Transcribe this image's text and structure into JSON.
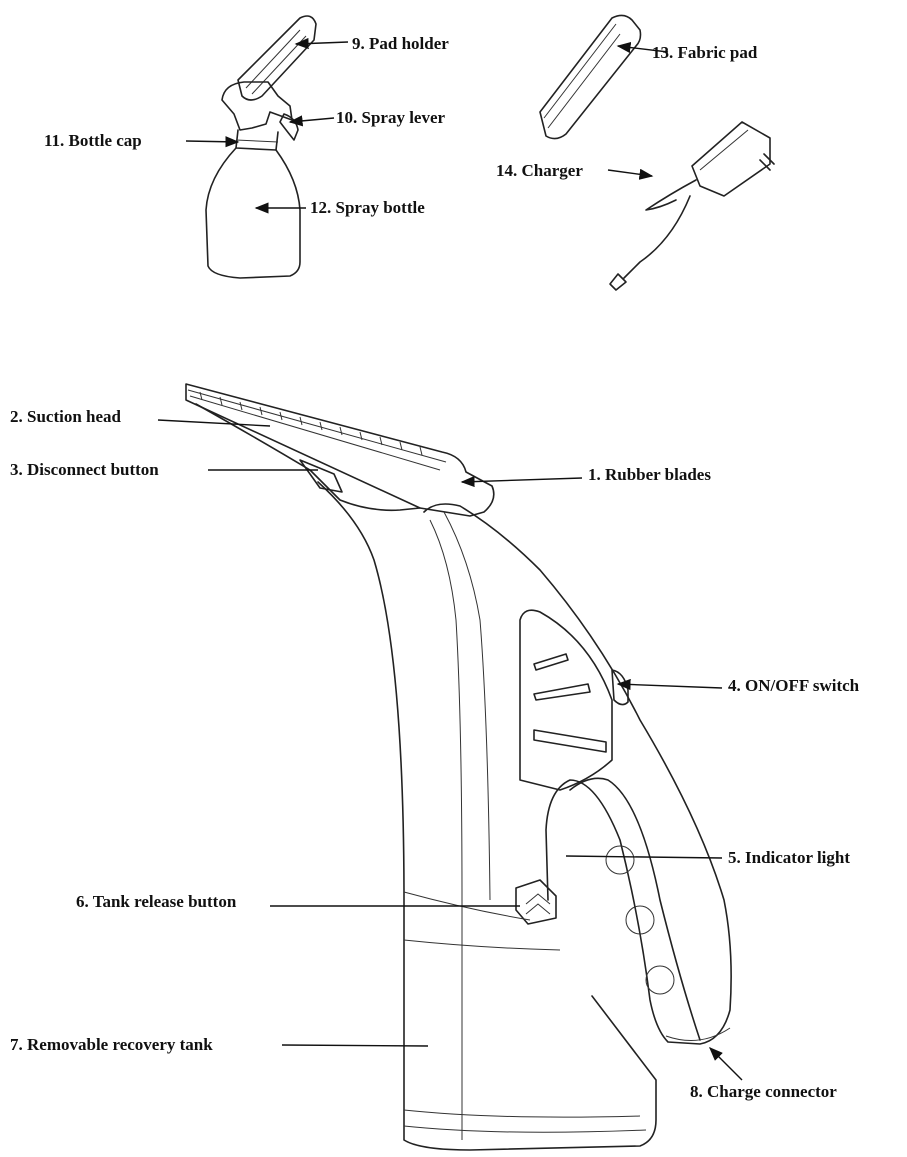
{
  "diagram": {
    "labels": [
      {
        "id": "l1",
        "text": "1. Rubber blades"
      },
      {
        "id": "l2",
        "text": "2. Suction head"
      },
      {
        "id": "l3",
        "text": "3. Disconnect button"
      },
      {
        "id": "l4",
        "text": "4. ON/OFF switch"
      },
      {
        "id": "l5",
        "text": "5. Indicator light"
      },
      {
        "id": "l6",
        "text": "6. Tank release button"
      },
      {
        "id": "l7",
        "text": "7. Removable recovery tank"
      },
      {
        "id": "l8",
        "text": "8. Charge connector"
      },
      {
        "id": "l9",
        "text": "9. Pad holder"
      },
      {
        "id": "l10",
        "text": "10. Spray lever"
      },
      {
        "id": "l11",
        "text": "11. Bottle cap"
      },
      {
        "id": "l12",
        "text": "12. Spray bottle"
      },
      {
        "id": "l13",
        "text": "13. Fabric pad"
      },
      {
        "id": "l14",
        "text": "14. Charger"
      }
    ]
  }
}
